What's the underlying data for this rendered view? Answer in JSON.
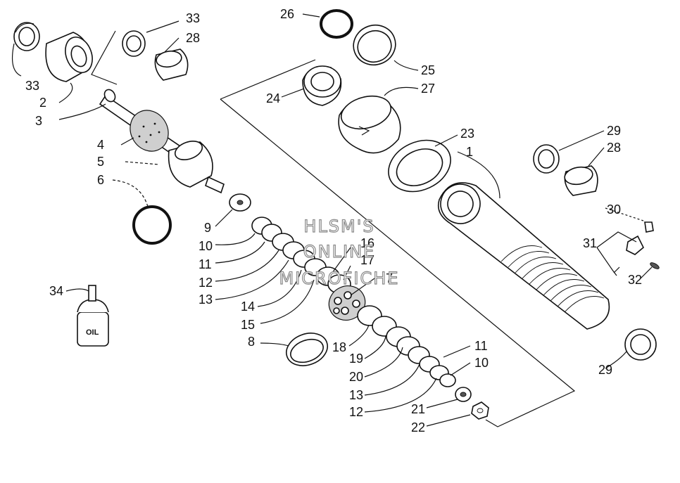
{
  "diagram": {
    "callouts": {
      "c1": "1",
      "c2": "2",
      "c3": "3",
      "c4": "4",
      "c5": "5",
      "c6": "6",
      "c7": "7",
      "c8": "8",
      "c9": "9",
      "c10a": "10",
      "c10b": "10",
      "c11a": "11",
      "c11b": "11",
      "c12a": "12",
      "c12b": "12",
      "c13a": "13",
      "c13b": "13",
      "c14": "14",
      "c15": "15",
      "c16": "16",
      "c17": "17",
      "c18": "18",
      "c19": "19",
      "c20": "20",
      "c21": "21",
      "c22": "22",
      "c23": "23",
      "c24": "24",
      "c25": "25",
      "c26": "26",
      "c27": "27",
      "c28a": "28",
      "c28b": "28",
      "c29a": "29",
      "c29b": "29",
      "c30": "30",
      "c31": "31",
      "c32": "32",
      "c33a": "33",
      "c33b": "33",
      "c34": "34"
    },
    "oil_label": "OIL",
    "watermark": [
      "HLSM'S",
      "ONLINE",
      "MICROFICHE"
    ]
  }
}
